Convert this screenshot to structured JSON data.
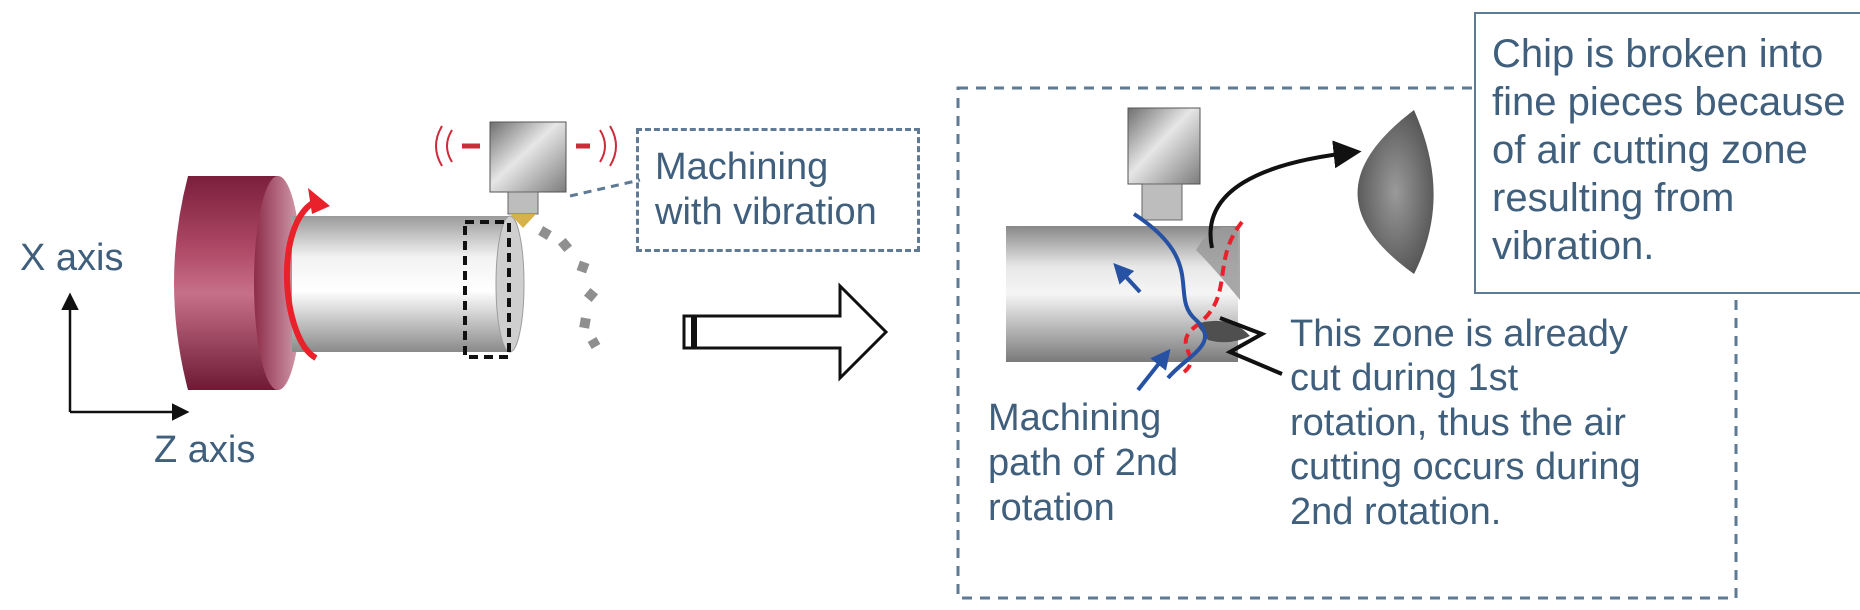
{
  "axes": {
    "x_label": "X axis",
    "z_label": "Z axis"
  },
  "vibration_label": {
    "lines": [
      "Machining",
      "with vibration"
    ]
  },
  "chip_note": {
    "lines": [
      "Chip is broken into",
      "fine pieces because",
      "of air cutting zone",
      "resulting from",
      "vibration."
    ]
  },
  "path_note": {
    "lines": [
      "Machining",
      "path of 2nd",
      "rotation"
    ]
  },
  "zone_note": {
    "lines": [
      "This zone is already",
      "cut during 1st",
      "rotation, thus the air",
      "cutting occurs during",
      "2nd rotation."
    ]
  },
  "colors": {
    "text": "#3f5f7c",
    "box_border": "#5e7a94",
    "rotation_arrow": "#e8212b",
    "chuck": "#8e2b47",
    "path_blue": "#2752a3",
    "path_red": "#e8212b"
  }
}
